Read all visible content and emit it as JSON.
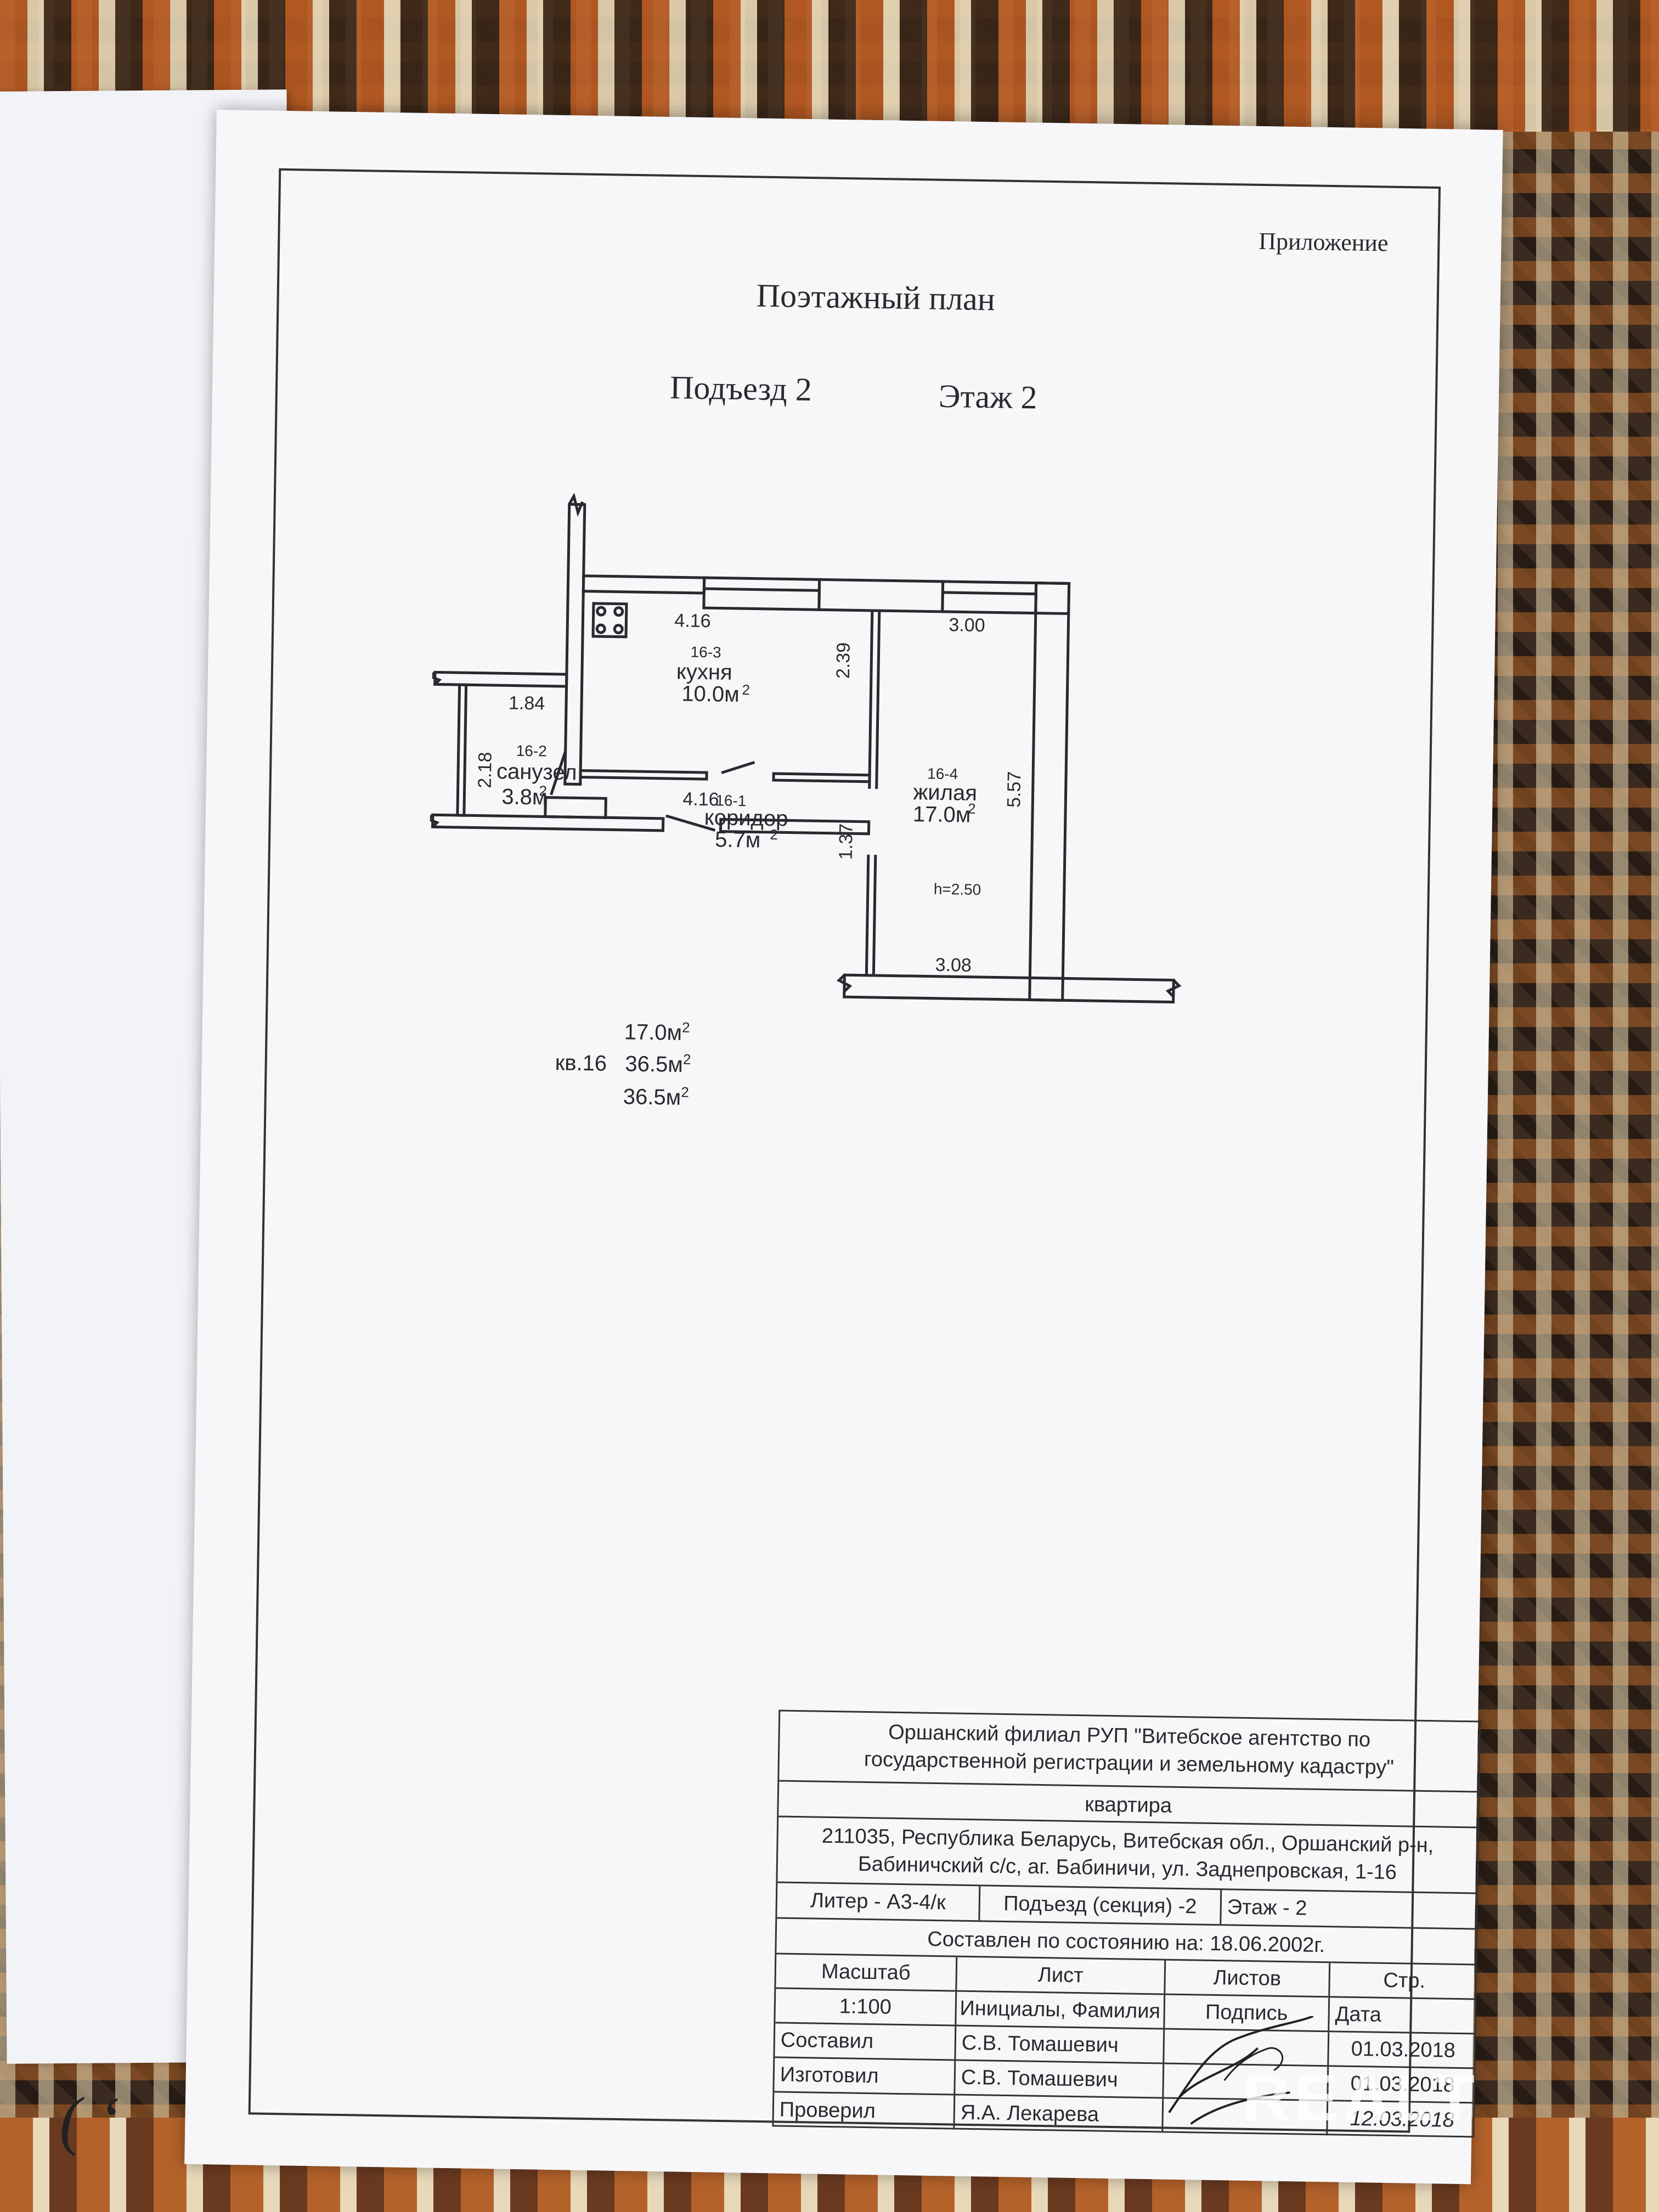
{
  "header": {
    "appendix": "Приложение",
    "title": "Поэтажный план",
    "entrance": "Подъезд 2",
    "floor": "Этаж 2"
  },
  "plan": {
    "rooms": [
      {
        "id": "16-3",
        "name": "кухня",
        "area": "10.0м",
        "sup": "2"
      },
      {
        "id": "16-1",
        "name": "коридор",
        "area": "5.7м",
        "sup": "2"
      },
      {
        "id": "16-2",
        "name": "санузел",
        "area": "3.8м",
        "sup": "2"
      },
      {
        "id": "16-4",
        "name": "жилая",
        "area": "17.0м",
        "sup": "2"
      }
    ],
    "dimensions": {
      "kitchen_top": "4.16",
      "kitchen_side": "2.39",
      "corridor_top": "4.16",
      "corridor_side": "1.37",
      "bath_top": "1.84",
      "bath_side": "2.18",
      "living_top": "3.00",
      "living_side": "5.57",
      "living_bottom": "3.08",
      "height": "h=2.50"
    }
  },
  "totals": {
    "apartment": "кв.16",
    "living": "17.0м",
    "total": "36.5м",
    "total2": "36.5м",
    "sup": "2"
  },
  "stamp": {
    "org_line1": "Оршанский филиал РУП \"Витебское агентство по",
    "org_line2": "государственной регистрации и земельному кадастру\"",
    "object": "квартира",
    "address_line1": "211035, Республика Беларусь, Витебская обл., Оршанский р-н,",
    "address_line2": "Бабиничский с/с, аг. Бабиничи, ул. Заднепровская, 1-16",
    "liter": "Литер - А3-4/к",
    "section": "Подъезд (секция) -2",
    "floor": "Этаж - 2",
    "state": "Составлен по состоянию на: 18.06.2002г.",
    "col_scale": "Масштаб",
    "col_sheet": "Лист",
    "col_sheets": "Листов",
    "col_page": "Стр.",
    "scale": "1:100",
    "initials": "Инициалы, Фамилия",
    "signature": "Подпись",
    "date": "Дата",
    "rows": [
      {
        "role": "Составил",
        "name": "С.В. Томашевич",
        "date": "01.03.2018"
      },
      {
        "role": "Изготовил",
        "name": "С.В. Томашевич",
        "date": "01.03.2018"
      },
      {
        "role": "Проверил",
        "name": "Я.А. Лекарева",
        "date": "12.03.2018"
      }
    ]
  },
  "watermark": "REALT"
}
